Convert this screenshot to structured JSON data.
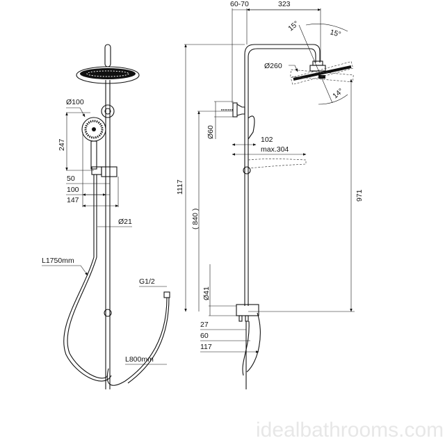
{
  "watermark": "idealbathrooms.com",
  "front_view": {
    "head_dia": "Ø100",
    "handset_height": "247",
    "dim_50": "50",
    "dim_100": "100",
    "dim_147": "147",
    "rail_dia": "Ø21",
    "hose_length": "L1750mm"
  },
  "hose_detail": {
    "thread": "G1/2",
    "hose_length": "L800mm"
  },
  "side_view": {
    "wall_offset": "60-70",
    "arm_reach": "323",
    "tilt_1": "15°",
    "tilt_2": "15°",
    "overhead_dia": "Ø260",
    "tilt_3": "14°",
    "bracket_dia": "Ø60",
    "dim_102": "102",
    "spout_max": "max.304",
    "total_height": "1117",
    "bracket_height": "( 840 )",
    "head_height": "971",
    "valve_dia": "Ø41",
    "dim_27": "27",
    "dim_60": "60",
    "dim_117": "117"
  }
}
